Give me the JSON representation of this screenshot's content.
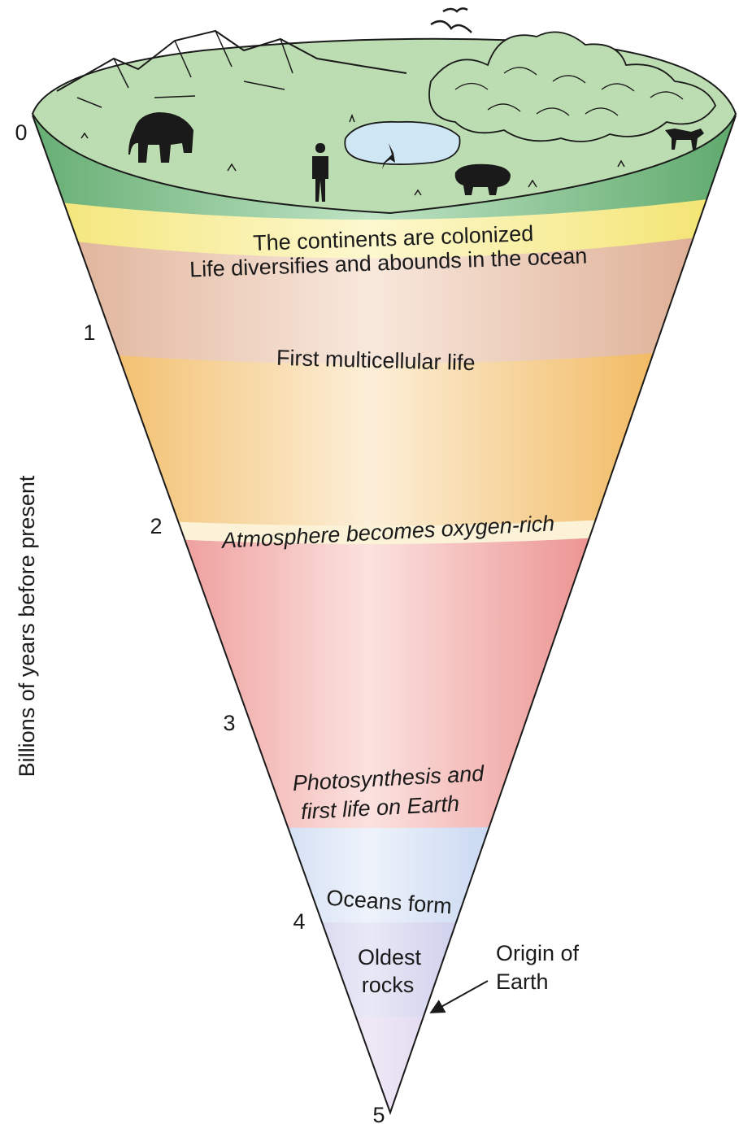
{
  "axis": {
    "title": "Billions of years before present",
    "ticks": [
      "0",
      "1",
      "2",
      "3",
      "4",
      "5"
    ]
  },
  "events": {
    "continents": "The continents are colonized",
    "life_ocean": "Life diversifies and abounds in the ocean",
    "multicellular": "First multicellular life",
    "oxygen": "Atmosphere becomes oxygen-rich",
    "photosynthesis_line1": "Photosynthesis and",
    "photosynthesis_line2": "first life on Earth",
    "oceans": "Oceans form",
    "rocks_line1": "Oldest",
    "rocks_line2": "rocks"
  },
  "annotation": {
    "origin_line1": "Origin of",
    "origin_line2": "Earth"
  },
  "colors": {
    "surface": "#b9dab0",
    "rim": "#6fb27a",
    "yellow_band": "#f4e98c",
    "tan_band": "#e3b99d",
    "orange_band": "#f0b350",
    "red_band": "#e4736f",
    "blue_band": "#86a9e0",
    "slate_band": "#8f8ed2",
    "violet_band": "#b3a2d7"
  }
}
